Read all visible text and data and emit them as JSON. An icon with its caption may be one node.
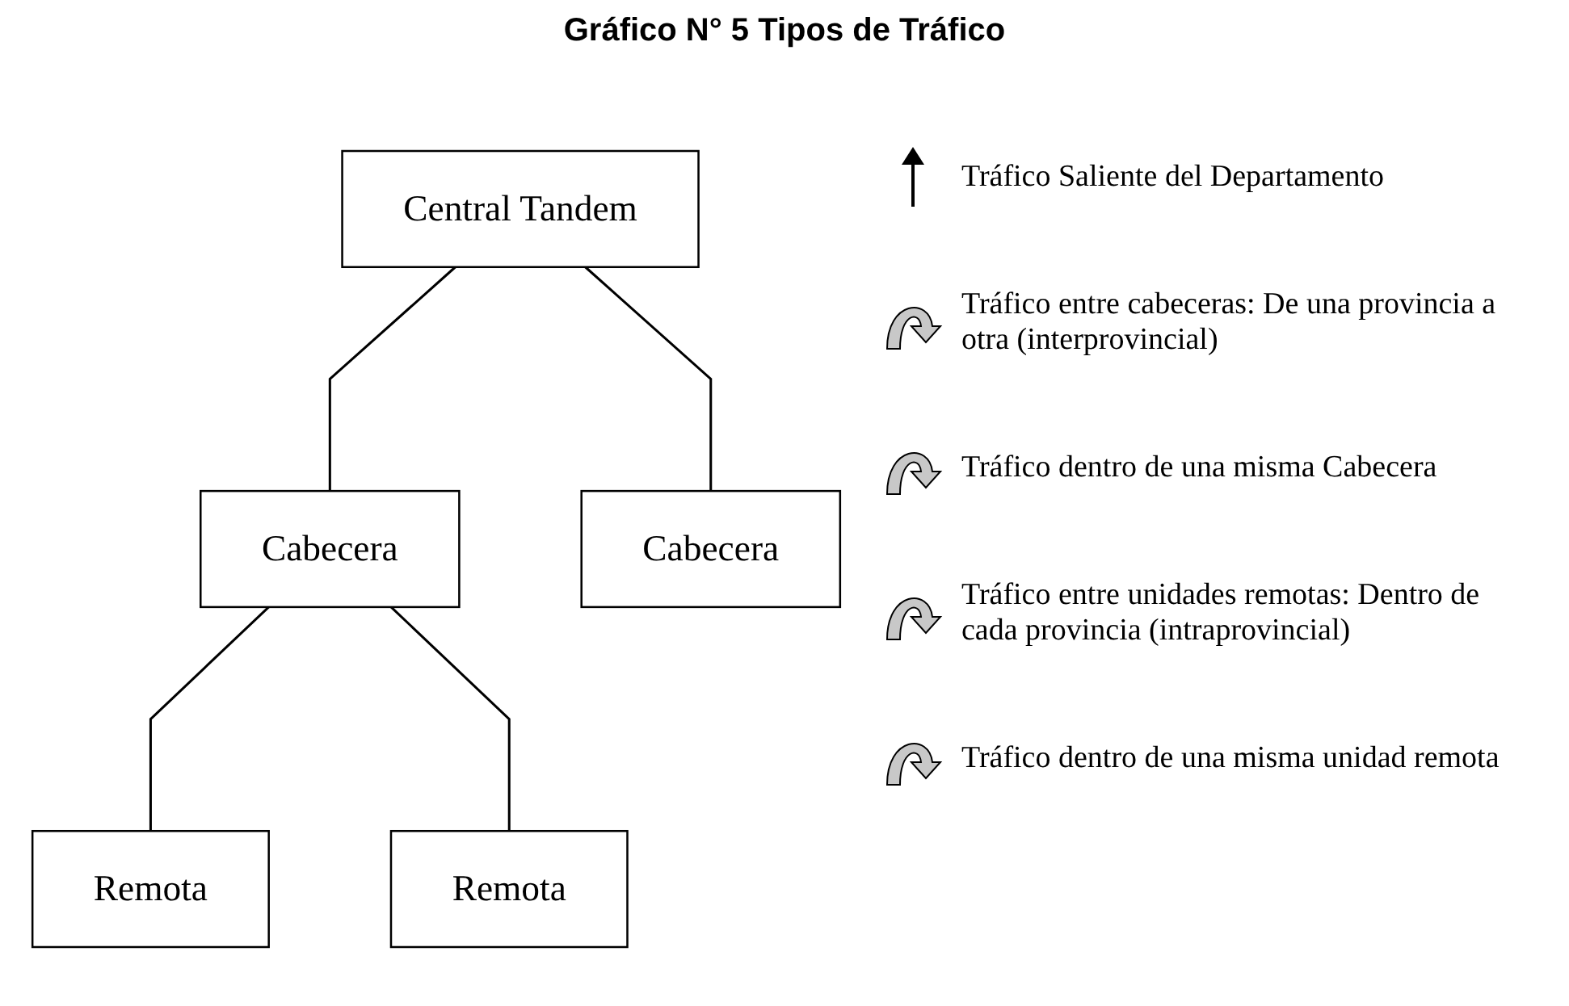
{
  "diagram": {
    "title": "Gráfico N° 5 Tipos de Tráfico",
    "nodes": [
      {
        "text": [
          "Central Tandem"
        ]
      },
      {
        "text": [
          "Cabecera"
        ]
      },
      {
        "text": [
          "Cabecera"
        ]
      },
      {
        "text": [
          "Remota"
        ]
      },
      {
        "text": [
          "Remota"
        ]
      }
    ],
    "edges": [
      {
        "from": 0,
        "to": 1,
        "arrow": "none"
      },
      {
        "from": 0,
        "to": 2,
        "arrow": "none"
      },
      {
        "from": 1,
        "to": 3,
        "arrow": "none"
      },
      {
        "from": 1,
        "to": 4,
        "arrow": "none"
      }
    ],
    "labels": [
      "Tráfico Saliente del Departamento",
      "Tráfico entre cabeceras: De una provincia a otra (interprovincial)",
      "Tráfico dentro de una misma Cabecera",
      "Tráfico entre unidades remotas: Dentro de cada provincia (intraprovincial)",
      "Tráfico dentro de una misma unidad remota"
    ]
  }
}
